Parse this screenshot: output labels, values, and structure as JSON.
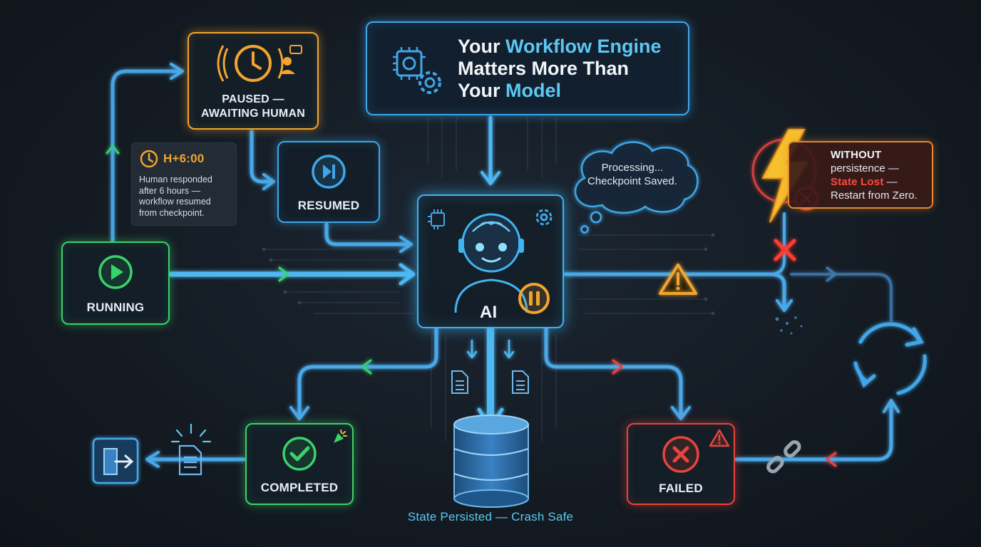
{
  "title": {
    "line1_a": "Your ",
    "line1_b": "Workflow Engine",
    "line2": "Matters More Than",
    "line3_a": "Your ",
    "line3_b": "Model"
  },
  "states": {
    "running": "RUNNING",
    "paused_line1": "PAUSED —",
    "paused_line2": "AWAITING HUMAN",
    "resumed": "RESUMED",
    "completed": "COMPLETED",
    "failed": "FAILED"
  },
  "ai_label": "AI",
  "note": {
    "time": "H+6:00",
    "lines": [
      "Human responded",
      "after 6 hours —",
      "workflow resumed",
      "from checkpoint."
    ]
  },
  "thought": {
    "line1": "Processing...",
    "line2": "Checkpoint Saved."
  },
  "warning": {
    "line1": "WITHOUT",
    "line2": "persistence —",
    "line3": "State Lost",
    "line3_suffix": " —",
    "line4": "Restart from Zero."
  },
  "storage_caption": "State Persisted — Crash Safe",
  "icons": [
    "play-icon",
    "clock-icon",
    "person-chat-icon",
    "skip-forward-icon",
    "chip-gear-icon",
    "robot-icon",
    "pause-icon",
    "gear-icon",
    "check-icon",
    "x-icon",
    "database-icon",
    "document-icon",
    "exit-icon",
    "lightning-icon",
    "warning-triangle-icon",
    "broken-link-icon",
    "refresh-cycle-icon",
    "cloud-icon",
    "party-popper-icon"
  ],
  "colors": {
    "blue": "#3fa6e8",
    "cyan": "#5cc8f2",
    "green": "#39d26a",
    "orange": "#f2a52e",
    "red": "#e8443c",
    "background": "#141b23"
  }
}
